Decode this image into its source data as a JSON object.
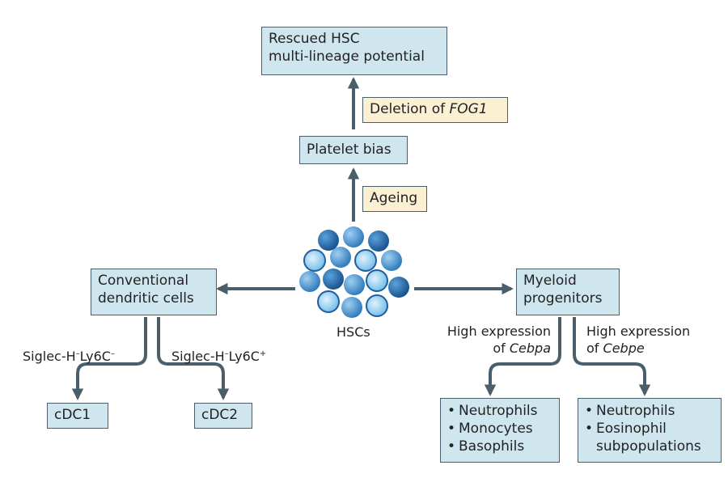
{
  "nodes": {
    "rescued": {
      "line1": "Rescued HSC",
      "line2": "multi-lineage potential"
    },
    "platelet": "Platelet bias",
    "hscs": "HSCs",
    "cdc": {
      "line1": "Conventional",
      "line2": "dendritic cells"
    },
    "myeloid": {
      "line1": "Myeloid",
      "line2": "progenitors"
    },
    "cdc1": "cDC1",
    "cdc2": "cDC2",
    "cebpa_out": [
      "Neutrophils",
      "Monocytes",
      "Basophils"
    ],
    "cebpe_out": [
      "Neutrophils",
      "Eosinophil",
      "subpopulations"
    ]
  },
  "conditions": {
    "fog1": {
      "prefix": "Deletion of ",
      "gene": "FOG1"
    },
    "ageing": "Ageing"
  },
  "edge_labels": {
    "cdc1": {
      "a": "Siglec-H",
      "a_sup": "–",
      "b": "Ly6C",
      "b_sup": "–"
    },
    "cdc2": {
      "a": "Siglec-H",
      "a_sup": "–",
      "b": "Ly6C",
      "b_sup": "+"
    },
    "cebpa": {
      "line1": "High expression",
      "line2_prefix": "of ",
      "gene": "Cebpa"
    },
    "cebpe": {
      "line1": "High expression",
      "line2_prefix": "of ",
      "gene": "Cebpe"
    }
  },
  "colors": {
    "box_fill": "#cfe6ef",
    "condition_fill": "#fbf0d4",
    "arrow": "#4a5f6b",
    "cell_dark": "#1f5f9e",
    "cell_mid": "#3d86c6",
    "cell_light": "#9fd2f0"
  }
}
